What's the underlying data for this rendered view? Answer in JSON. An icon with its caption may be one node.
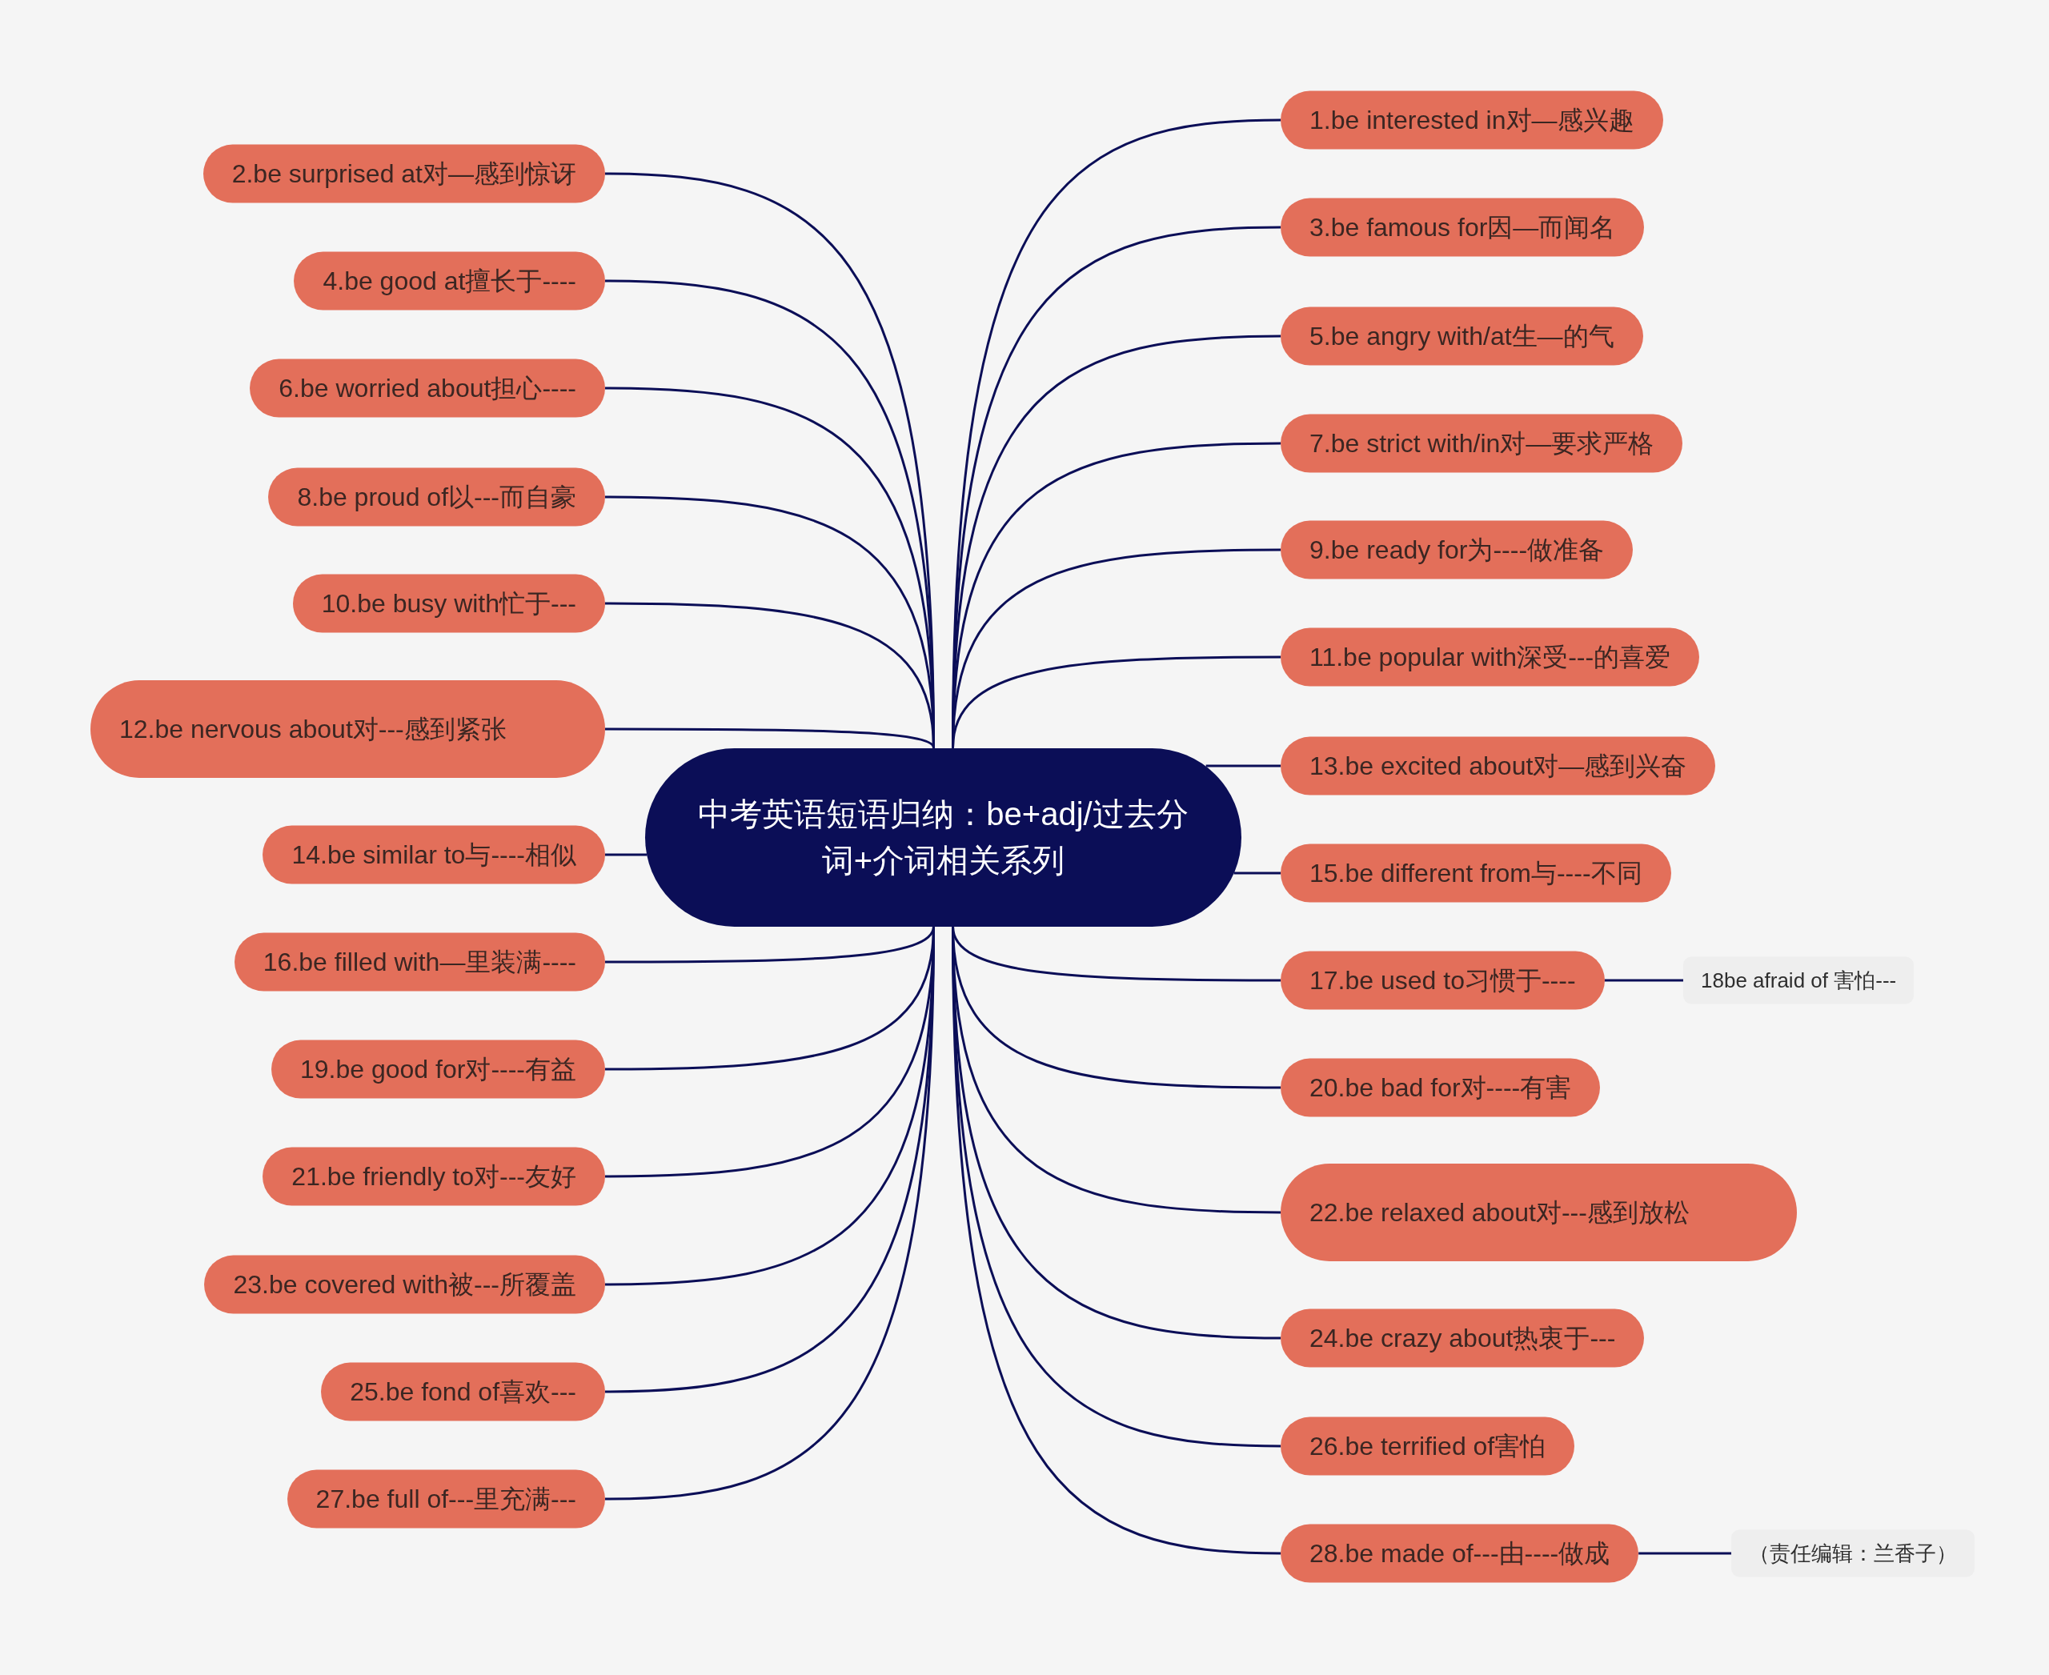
{
  "diagram": {
    "nodes": [
      {
        "text": [
          "中考英语短语归纳：be+adj/过去分词+介词相关系列"
        ]
      },
      {
        "text": [
          "1.be interested in对—感兴趣"
        ]
      },
      {
        "text": [
          "2.be surprised at对—感到惊讶"
        ]
      },
      {
        "text": [
          "3.be famous for因—而闻名"
        ]
      },
      {
        "text": [
          "4.be good at擅长于----"
        ]
      },
      {
        "text": [
          "5.be angry with/at生—的气"
        ]
      },
      {
        "text": [
          "6.be worried about担心----"
        ]
      },
      {
        "text": [
          "7.be strict with/in对—要求严格"
        ]
      },
      {
        "text": [
          "8.be proud of以---而自豪"
        ]
      },
      {
        "text": [
          "9.be ready for为----做准备"
        ]
      },
      {
        "text": [
          "10.be busy with忙于---"
        ]
      },
      {
        "text": [
          "11.be popular with深受---的喜爱"
        ]
      },
      {
        "text": [
          "12.be nervous about对---感到紧张"
        ]
      },
      {
        "text": [
          "13.be excited about对—感到兴奋"
        ]
      },
      {
        "text": [
          "14.be similar to与----相似"
        ]
      },
      {
        "text": [
          "15.be different from与----不同"
        ]
      },
      {
        "text": [
          "16.be filled with—里装满----"
        ]
      },
      {
        "text": [
          "17.be used to习惯于----"
        ]
      },
      {
        "text": [
          "18be afraid of 害怕---"
        ]
      },
      {
        "text": [
          "19.be good for对----有益"
        ]
      },
      {
        "text": [
          "20.be bad for对----有害"
        ]
      },
      {
        "text": [
          "21.be friendly to对---友好"
        ]
      },
      {
        "text": [
          "22.be relaxed about对---感到放松"
        ]
      },
      {
        "text": [
          "23.be covered with被---所覆盖"
        ]
      },
      {
        "text": [
          "24.be crazy about热衷于---"
        ]
      },
      {
        "text": [
          "25.be fond of喜欢---"
        ]
      },
      {
        "text": [
          "26.be terrified of害怕"
        ]
      },
      {
        "text": [
          "27.be full of---里充满---"
        ]
      },
      {
        "text": [
          "28.be made of---由----做成"
        ]
      },
      {
        "text": [
          "（责任编辑：兰香子）"
        ]
      }
    ],
    "edges": [
      {
        "from": 0,
        "to": 1,
        "arrow": "none"
      },
      {
        "from": 0,
        "to": 2,
        "arrow": "none"
      },
      {
        "from": 0,
        "to": 3,
        "arrow": "none"
      },
      {
        "from": 0,
        "to": 4,
        "arrow": "none"
      },
      {
        "from": 0,
        "to": 5,
        "arrow": "none"
      },
      {
        "from": 0,
        "to": 6,
        "arrow": "none"
      },
      {
        "from": 0,
        "to": 7,
        "arrow": "none"
      },
      {
        "from": 0,
        "to": 8,
        "arrow": "none"
      },
      {
        "from": 0,
        "to": 9,
        "arrow": "none"
      },
      {
        "from": 0,
        "to": 10,
        "arrow": "none"
      },
      {
        "from": 0,
        "to": 11,
        "arrow": "none"
      },
      {
        "from": 0,
        "to": 12,
        "arrow": "none"
      },
      {
        "from": 0,
        "to": 13,
        "arrow": "none"
      },
      {
        "from": 0,
        "to": 14,
        "arrow": "none"
      },
      {
        "from": 0,
        "to": 15,
        "arrow": "none"
      },
      {
        "from": 0,
        "to": 16,
        "arrow": "none"
      },
      {
        "from": 0,
        "to": 17,
        "arrow": "none"
      },
      {
        "from": 17,
        "to": 18,
        "arrow": "none"
      },
      {
        "from": 0,
        "to": 19,
        "arrow": "none"
      },
      {
        "from": 0,
        "to": 20,
        "arrow": "none"
      },
      {
        "from": 0,
        "to": 21,
        "arrow": "none"
      },
      {
        "from": 0,
        "to": 22,
        "arrow": "none"
      },
      {
        "from": 0,
        "to": 23,
        "arrow": "none"
      },
      {
        "from": 0,
        "to": 24,
        "arrow": "none"
      },
      {
        "from": 0,
        "to": 25,
        "arrow": "none"
      },
      {
        "from": 0,
        "to": 26,
        "arrow": "none"
      },
      {
        "from": 0,
        "to": 27,
        "arrow": "none"
      },
      {
        "from": 0,
        "to": 28,
        "arrow": "none"
      },
      {
        "from": 28,
        "to": 29,
        "arrow": "none"
      }
    ]
  }
}
